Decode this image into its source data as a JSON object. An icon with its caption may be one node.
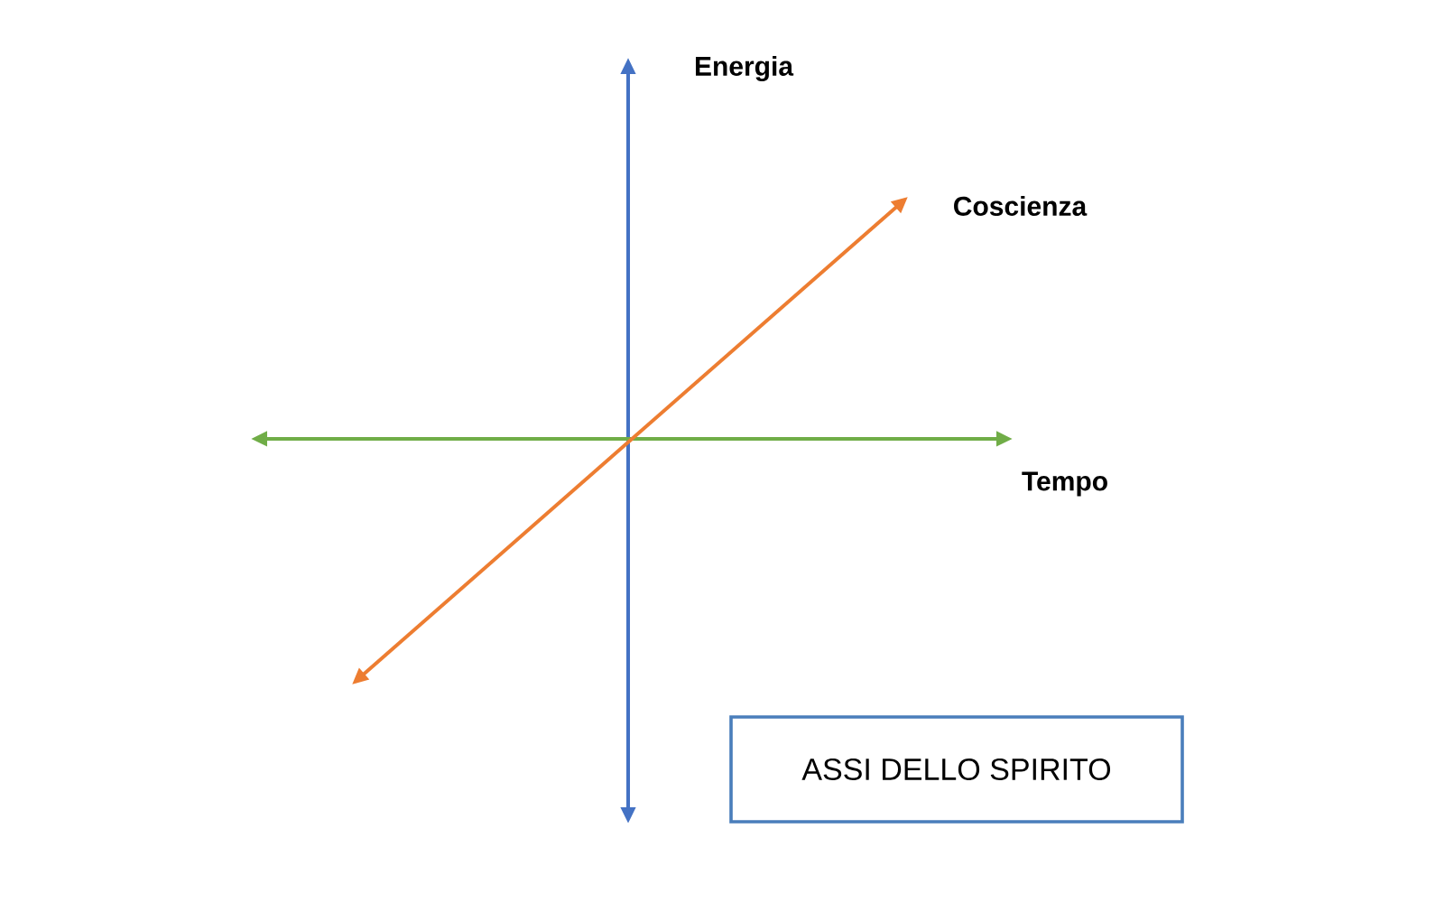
{
  "diagram": {
    "nodes": [
      {
        "text": [
          "ASSI DELLO SPIRITO"
        ]
      }
    ],
    "labels": [
      "Energia",
      "Coscienza",
      "Tempo"
    ]
  }
}
